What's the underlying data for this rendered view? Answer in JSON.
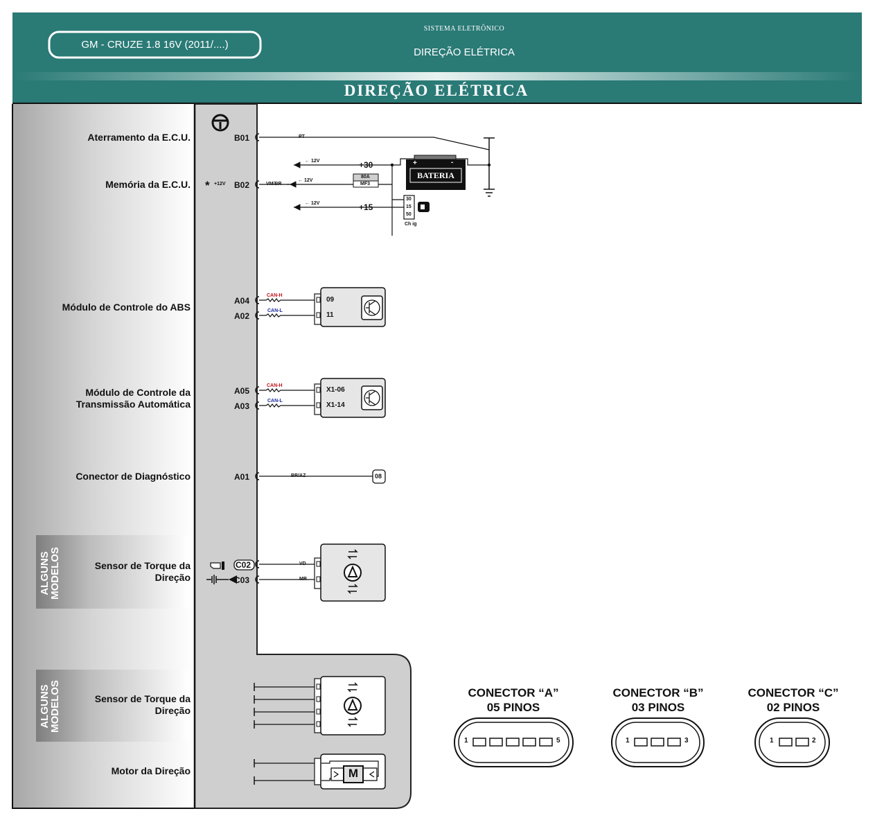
{
  "header": {
    "vehicle": "GM - CRUZE 1.8 16V (2011/....)",
    "system_small": "SISTEMA ELETRÔNICO",
    "system": "DIREÇÃO ELÉTRICA",
    "banner": "DIREÇÃO ELÉTRICA"
  },
  "colors": {
    "header_teal": "#2a7a76",
    "band_light": "#cfe5e2",
    "sidebar_gray": "#b9b9b9",
    "can_h": "#c0101a",
    "can_l": "#1a2a9a"
  },
  "rows": [
    {
      "label": "Aterramento da E.C.U.",
      "pins": [
        "B01"
      ],
      "wires": [
        "PT"
      ]
    },
    {
      "label": "Memória da E.C.U.",
      "pins": [
        "B02"
      ],
      "wires": [
        "VM/BR"
      ],
      "marker": "+12V"
    },
    {
      "label": "Módulo de Controle do ABS",
      "pins": [
        "A04",
        "A02"
      ],
      "wires": [
        "CAN-H",
        "CAN-L"
      ],
      "module_pins": [
        "09",
        "11"
      ]
    },
    {
      "label_lines": [
        "Módulo de Controle da",
        "Transmissão Automática"
      ],
      "pins": [
        "A05",
        "A03"
      ],
      "wires": [
        "CAN-H",
        "CAN-L"
      ],
      "module_pins": [
        "X1-06",
        "X1-14"
      ]
    },
    {
      "label": "Conector de Diagnóstico",
      "pins": [
        "A01"
      ],
      "wires": [
        "BR/AZ"
      ],
      "module_pins": [
        "08"
      ]
    },
    {
      "label_lines": [
        "Sensor de Torque da",
        "Direção"
      ],
      "pins": [
        "C02",
        "C03"
      ],
      "wires": [
        "VD",
        "MR"
      ],
      "group": "ALGUNS MODELOS"
    },
    {
      "label_lines": [
        "Sensor de Torque da",
        "Direção"
      ],
      "group": "ALGUNS MODELOS"
    },
    {
      "label": "Motor da Direção"
    }
  ],
  "power": {
    "plus30": "+30",
    "plus15": "+15",
    "v12": "12V",
    "fuse_amp": "80A",
    "fuse_name": "MF3",
    "battery": "BATERIA",
    "battery_plus": "+",
    "battery_minus": "-",
    "ignition_pins": [
      "30",
      "15",
      "50"
    ],
    "ignition_label": "Ch ig"
  },
  "motor_letter": "M",
  "connectors": [
    {
      "title": "CONECTOR “A”",
      "pins_label": "05 PINOS",
      "first": "1",
      "last": "5",
      "count": 5
    },
    {
      "title": "CONECTOR “B”",
      "pins_label": "03 PINOS",
      "first": "1",
      "last": "3",
      "count": 3
    },
    {
      "title": "CONECTOR “C”",
      "pins_label": "02 PINOS",
      "first": "1",
      "last": "2",
      "count": 2
    }
  ]
}
